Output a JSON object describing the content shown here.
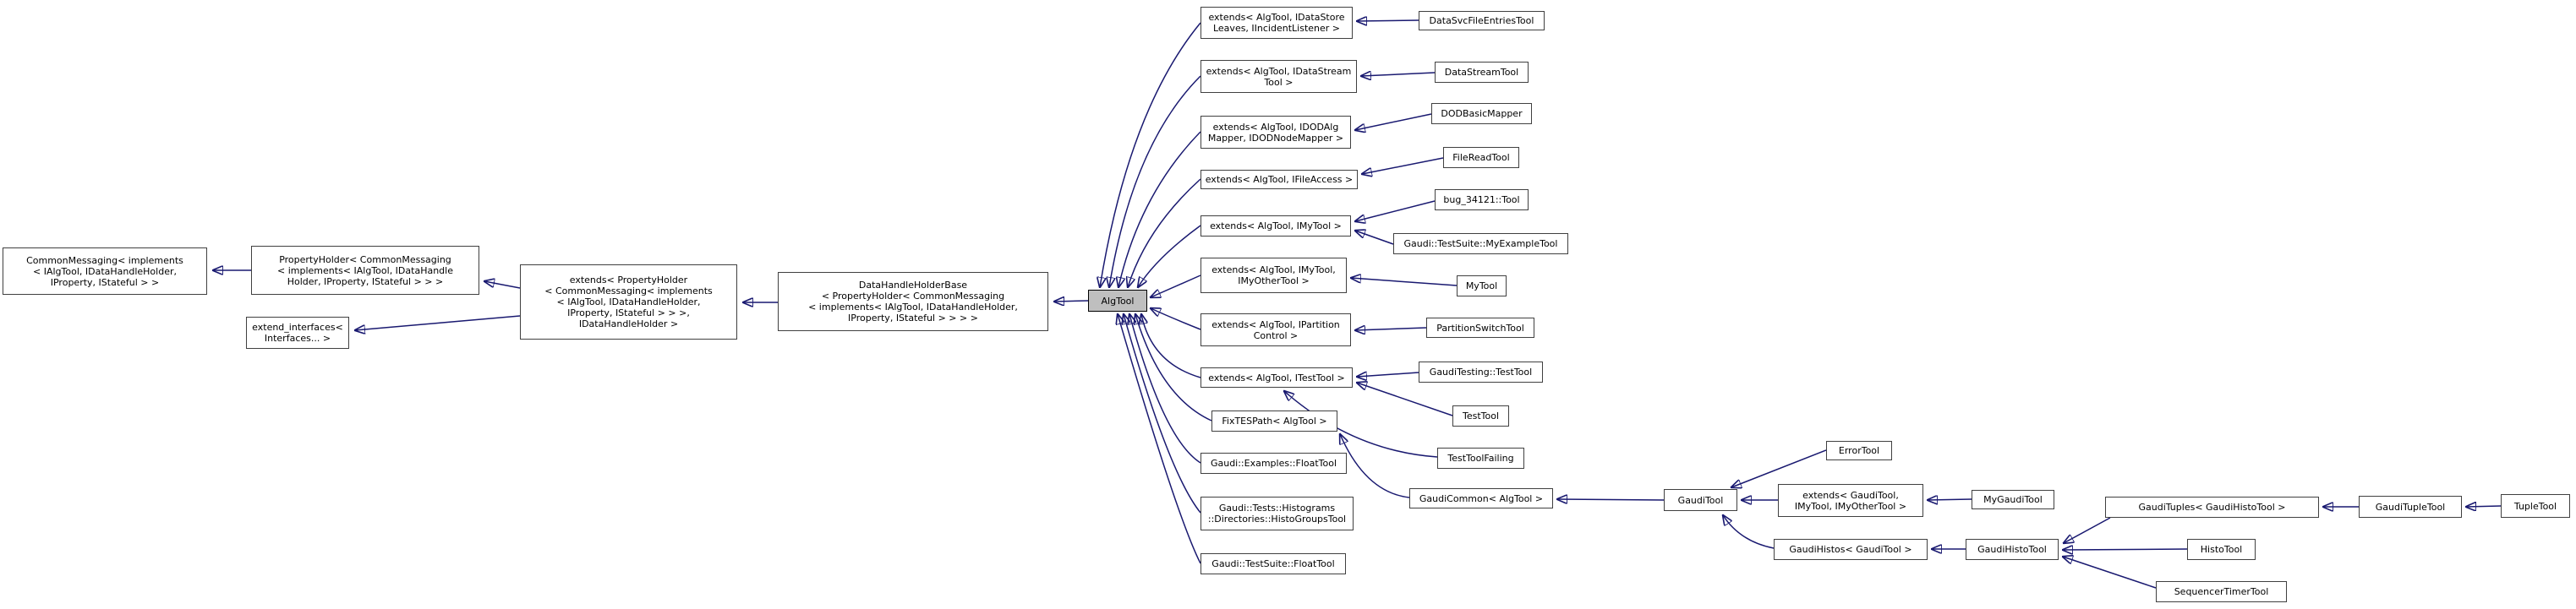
{
  "diagram": {
    "type": "class-inheritance-graph",
    "highlighted_node": "AlgTool",
    "colors": {
      "edge": "#191970",
      "node_border": "#404040",
      "node_fill": "#ffffff",
      "highlight_fill": "#bfbfbf",
      "text": "#000000",
      "background": "#ffffff"
    }
  },
  "nodes": [
    {
      "id": "common-messaging",
      "label": "CommonMessaging< implements\n< IAlgTool, IDataHandleHolder,\nIProperty, IStateful > >"
    },
    {
      "id": "property-holder",
      "label": "PropertyHolder< CommonMessaging\n< implements< IAlgTool, IDataHandle\nHolder, IProperty, IStateful > > >"
    },
    {
      "id": "extend-interfaces",
      "label": "extend_interfaces<\nInterfaces... >"
    },
    {
      "id": "extends-propertyholder",
      "label": "extends< PropertyHolder\n< CommonMessaging< implements\n< IAlgTool, IDataHandleHolder,\nIProperty, IStateful > > >,\nIDataHandleHolder >"
    },
    {
      "id": "datahandleholderbase",
      "label": "DataHandleHolderBase\n< PropertyHolder< CommonMessaging\n< implements< IAlgTool, IDataHandleHolder,\nIProperty, IStateful > > > >"
    },
    {
      "id": "algtool",
      "label": "AlgTool"
    },
    {
      "id": "ext-idatastoreleaves",
      "label": "extends< AlgTool, IDataStore\nLeaves, IIncidentListener >"
    },
    {
      "id": "ext-idatastreamtool",
      "label": "extends< AlgTool, IDataStream\nTool >"
    },
    {
      "id": "ext-idodalgmapper",
      "label": "extends< AlgTool, IDODAlg\nMapper, IDODNodeMapper >"
    },
    {
      "id": "ext-ifileaccess",
      "label": "extends< AlgTool, IFileAccess >"
    },
    {
      "id": "ext-imytool",
      "label": "extends< AlgTool, IMyTool >"
    },
    {
      "id": "ext-imytool-imyothertool",
      "label": "extends< AlgTool, IMyTool,\nIMyOtherTool >"
    },
    {
      "id": "ext-ipartitioncontrol",
      "label": "extends< AlgTool, IPartition\nControl >"
    },
    {
      "id": "ext-itesttool",
      "label": "extends< AlgTool, ITestTool >"
    },
    {
      "id": "fixtespath",
      "label": "FixTESPath< AlgTool >"
    },
    {
      "id": "examples-floattool",
      "label": "Gaudi::Examples::FloatTool"
    },
    {
      "id": "histogroupstool",
      "label": "Gaudi::Tests::Histograms\n::Directories::HistoGroupsTool"
    },
    {
      "id": "testsuite-floattool",
      "label": "Gaudi::TestSuite::FloatTool"
    },
    {
      "id": "datasvcfileentriestool",
      "label": "DataSvcFileEntriesTool"
    },
    {
      "id": "datastreamtool",
      "label": "DataStreamTool"
    },
    {
      "id": "dodbasicmapper",
      "label": "DODBasicMapper"
    },
    {
      "id": "filereadtool",
      "label": "FileReadTool"
    },
    {
      "id": "bug-34121-tool",
      "label": "bug_34121::Tool"
    },
    {
      "id": "myexampletool",
      "label": "Gaudi::TestSuite::MyExampleTool"
    },
    {
      "id": "mytool",
      "label": "MyTool"
    },
    {
      "id": "partitionswitchtool",
      "label": "PartitionSwitchTool"
    },
    {
      "id": "gauditesting-testtool",
      "label": "GaudiTesting::TestTool"
    },
    {
      "id": "testtool",
      "label": "TestTool"
    },
    {
      "id": "testtoolfailing",
      "label": "TestToolFailing"
    },
    {
      "id": "gaudicommon",
      "label": "GaudiCommon< AlgTool >"
    },
    {
      "id": "gauditool",
      "label": "GaudiTool"
    },
    {
      "id": "errortool",
      "label": "ErrorTool"
    },
    {
      "id": "ext-gauditool-imytool",
      "label": "extends< GaudiTool,\nIMyTool, IMyOtherTool >"
    },
    {
      "id": "mygauditool",
      "label": "MyGaudiTool"
    },
    {
      "id": "gaudihistos",
      "label": "GaudiHistos< GaudiTool >"
    },
    {
      "id": "gaudihistotool",
      "label": "GaudiHistoTool"
    },
    {
      "id": "gaudituples",
      "label": "GaudiTuples< GaudiHistoTool >"
    },
    {
      "id": "gaudituplettool",
      "label": "GaudiTupleTool"
    },
    {
      "id": "tupletool",
      "label": "TupleTool"
    },
    {
      "id": "histotool",
      "label": "HistoTool"
    },
    {
      "id": "sequencertimertool",
      "label": "SequencerTimerTool"
    }
  ],
  "edges": [
    {
      "from": "property-holder",
      "to": "common-messaging"
    },
    {
      "from": "extends-propertyholder",
      "to": "property-holder"
    },
    {
      "from": "extends-propertyholder",
      "to": "extend-interfaces"
    },
    {
      "from": "datahandleholderbase",
      "to": "extends-propertyholder"
    },
    {
      "from": "algtool",
      "to": "datahandleholderbase"
    },
    {
      "from": "ext-idatastoreleaves",
      "to": "algtool"
    },
    {
      "from": "ext-idatastreamtool",
      "to": "algtool"
    },
    {
      "from": "ext-idodalgmapper",
      "to": "algtool"
    },
    {
      "from": "ext-ifileaccess",
      "to": "algtool"
    },
    {
      "from": "ext-imytool",
      "to": "algtool"
    },
    {
      "from": "ext-imytool-imyothertool",
      "to": "algtool"
    },
    {
      "from": "ext-ipartitioncontrol",
      "to": "algtool"
    },
    {
      "from": "ext-itesttool",
      "to": "algtool"
    },
    {
      "from": "fixtespath",
      "to": "algtool"
    },
    {
      "from": "examples-floattool",
      "to": "algtool"
    },
    {
      "from": "histogroupstool",
      "to": "algtool"
    },
    {
      "from": "testsuite-floattool",
      "to": "algtool"
    },
    {
      "from": "datasvcfileentriestool",
      "to": "ext-idatastoreleaves"
    },
    {
      "from": "datastreamtool",
      "to": "ext-idatastreamtool"
    },
    {
      "from": "dodbasicmapper",
      "to": "ext-idodalgmapper"
    },
    {
      "from": "filereadtool",
      "to": "ext-ifileaccess"
    },
    {
      "from": "bug-34121-tool",
      "to": "ext-imytool"
    },
    {
      "from": "myexampletool",
      "to": "ext-imytool"
    },
    {
      "from": "mytool",
      "to": "ext-imytool-imyothertool"
    },
    {
      "from": "partitionswitchtool",
      "to": "ext-ipartitioncontrol"
    },
    {
      "from": "gauditesting-testtool",
      "to": "ext-itesttool"
    },
    {
      "from": "testtool",
      "to": "ext-itesttool"
    },
    {
      "from": "testtoolfailing",
      "to": "ext-itesttool"
    },
    {
      "from": "gaudicommon",
      "to": "fixtespath"
    },
    {
      "from": "gauditool",
      "to": "gaudicommon"
    },
    {
      "from": "errortool",
      "to": "gauditool"
    },
    {
      "from": "ext-gauditool-imytool",
      "to": "gauditool"
    },
    {
      "from": "gaudihistos",
      "to": "gauditool"
    },
    {
      "from": "mygauditool",
      "to": "ext-gauditool-imytool"
    },
    {
      "from": "gaudihistotool",
      "to": "gaudihistos"
    },
    {
      "from": "gaudituples",
      "to": "gaudihistotool"
    },
    {
      "from": "histotool",
      "to": "gaudihistotool"
    },
    {
      "from": "sequencertimertool",
      "to": "gaudihistotool"
    },
    {
      "from": "gaudituplettool",
      "to": "gaudituples"
    },
    {
      "from": "tupletool",
      "to": "gaudituplettool"
    }
  ]
}
